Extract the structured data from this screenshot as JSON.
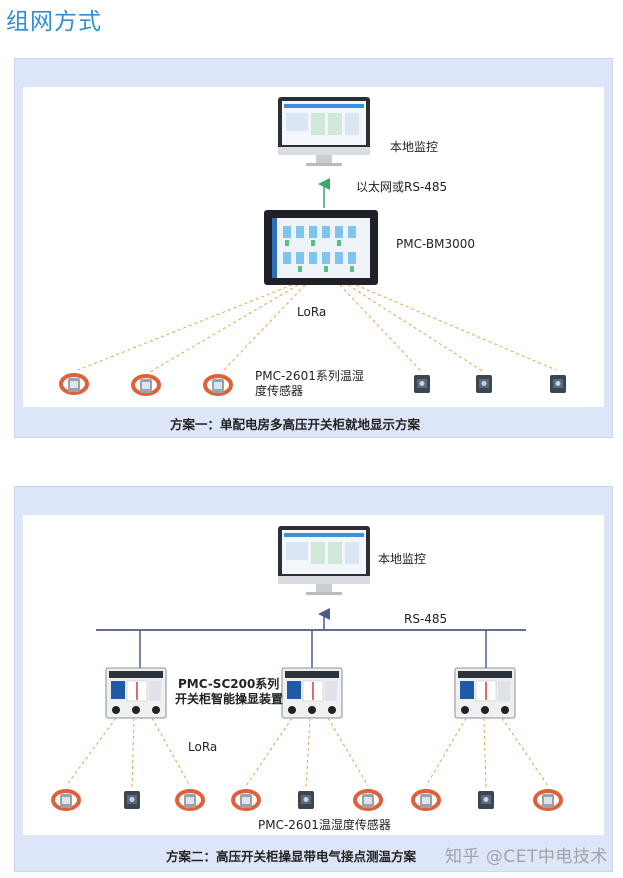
{
  "heading": "组网方式",
  "scheme1": {
    "monitor_label": "本地监控",
    "link_label": "以太网或RS-485",
    "gateway_label": "PMC-BM3000",
    "lora_label": "LoRa",
    "sensor_label": "PMC-2601系列温湿度传感器",
    "caption": "方案一：单配电房多高压开关柜就地显示方案"
  },
  "scheme2": {
    "monitor_label": "本地监控",
    "bus_label": "RS-485",
    "device_label_line1": "PMC-SC200系列",
    "device_label_line2": "开关柜智能操显装置",
    "lora_label": "LoRa",
    "sensor_label": "PMC-2601温湿度传感器",
    "caption": "方案二：高压开关柜操显带电气接点测温方案"
  },
  "watermark": "知乎 @CET中电技术",
  "colors": {
    "heading": "#2f8ed8",
    "panel_bg": "#dde6f8",
    "lora_line": "#e8a04a",
    "arrow": "#3aa86c",
    "bus": "#4a5a8a",
    "sensor_orange": "#e0603a"
  }
}
